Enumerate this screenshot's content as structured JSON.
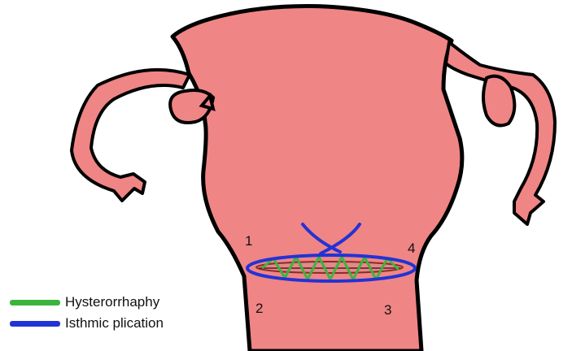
{
  "colors": {
    "uterus_fill": "#f08585",
    "outline": "#000000",
    "green": "#3cb43c",
    "blue": "#2233d6",
    "wound_fill": "#e08a8a"
  },
  "numbers": [
    "1",
    "2",
    "3",
    "4"
  ],
  "legend": [
    {
      "label": "Hysterorrhaphy",
      "color": "#3cb43c"
    },
    {
      "label": "Isthmic plication",
      "color": "#2233d6"
    }
  ]
}
